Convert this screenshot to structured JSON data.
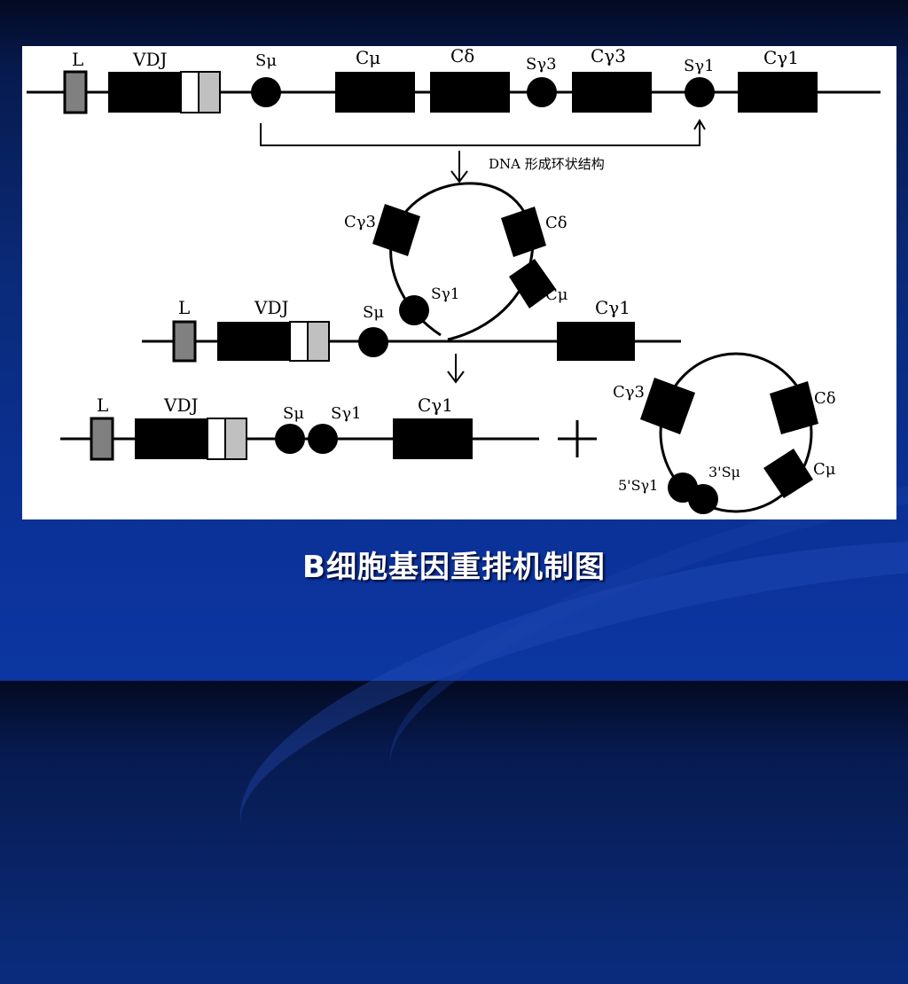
{
  "diagram": {
    "top_row": {
      "L": "L",
      "VDJ": "VDJ",
      "S_mu": "Sμ",
      "C_mu": "Cμ",
      "C_delta": "Cδ",
      "S_gamma3": "Sγ3",
      "C_gamma3": "Cγ3",
      "S_gamma1": "Sγ1",
      "C_gamma1": "Cγ1"
    },
    "arrow_note": "DNA 形成环状结构",
    "loop": {
      "C_gamma3": "Cγ3",
      "C_delta": "Cδ",
      "C_mu": "Cμ",
      "S_gamma1": "Sγ1",
      "L": "L",
      "VDJ": "VDJ",
      "S_mu": "Sμ",
      "C_gamma1": "Cγ1"
    },
    "result": {
      "L": "L",
      "VDJ": "VDJ",
      "S_mu": "Sμ",
      "S_gamma1": "Sγ1",
      "C_gamma1": "Cγ1",
      "plus": "+"
    },
    "circle": {
      "C_gamma3": "Cγ3",
      "C_delta": "Cδ",
      "C_mu": "Cμ",
      "S_gamma1_5": "5'Sγ1",
      "S_mu_3": "3'Sμ"
    }
  },
  "caption": "B细胞基因重排机制图"
}
